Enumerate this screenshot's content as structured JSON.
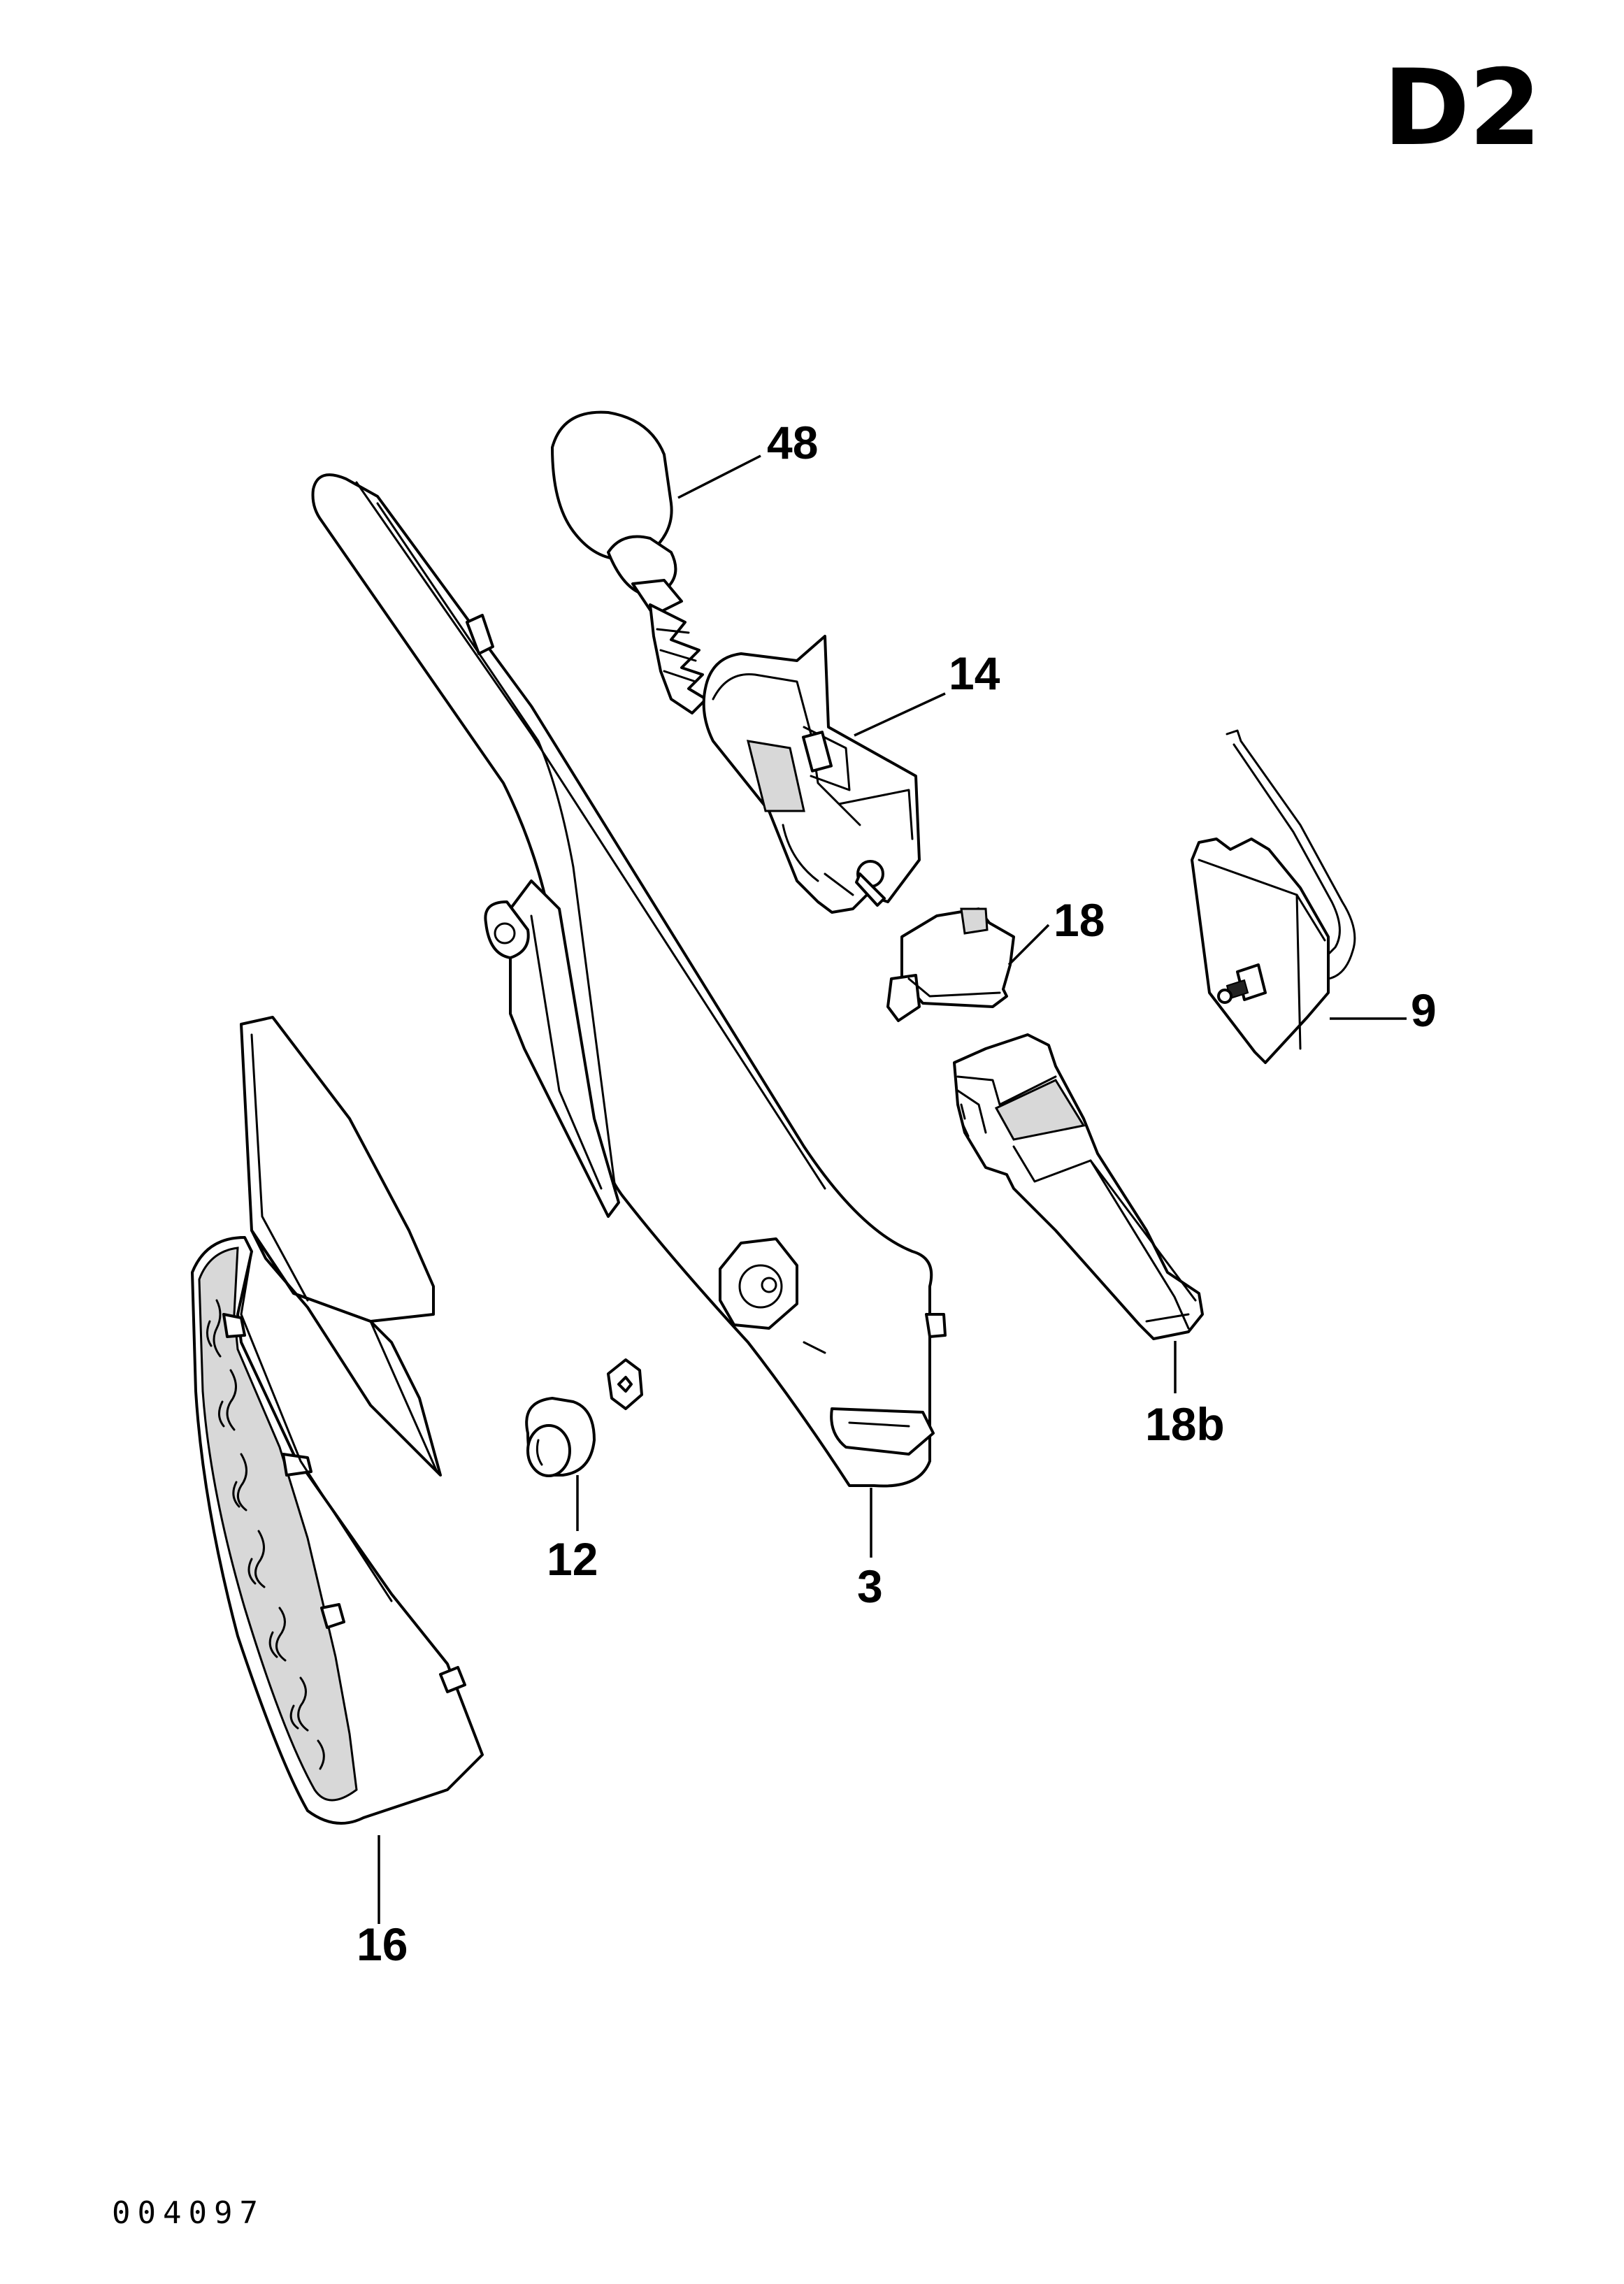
{
  "page": {
    "code": "D2",
    "doc_id": "004097"
  },
  "callouts": {
    "c48": "48",
    "c14": "14",
    "c18": "18",
    "c9": "9",
    "c18b": "18b",
    "c12": "12",
    "c3": "3",
    "c16": "16"
  }
}
